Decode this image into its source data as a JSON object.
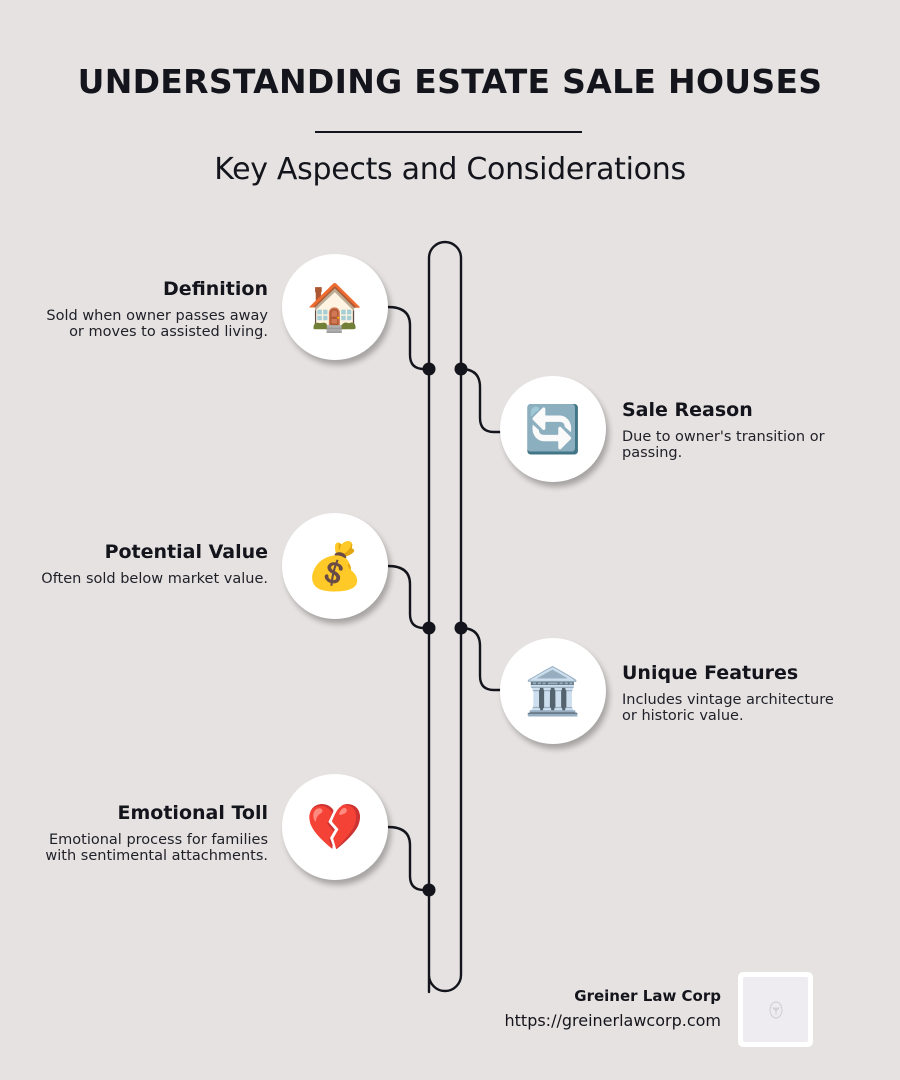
{
  "header": {
    "title": "UNDERSTANDING ESTATE SALE HOUSES",
    "subtitle": "Key Aspects and Considerations"
  },
  "colors": {
    "background": "#E6E2E1",
    "line": "#14151C",
    "text": "#14151C",
    "circle": "#FFFFFF"
  },
  "items": [
    {
      "title": "Definition",
      "description": "Sold when owner passes away or moves to assisted living.",
      "icon": "house-icon",
      "glyph": "🏠",
      "side": "left"
    },
    {
      "title": "Sale Reason",
      "description": "Due to owner's transition or passing.",
      "icon": "arrows-cycle-icon",
      "glyph": "🔄",
      "side": "right"
    },
    {
      "title": "Potential Value",
      "description": "Often sold below market value.",
      "icon": "money-bag-icon",
      "glyph": "💰",
      "side": "left"
    },
    {
      "title": "Unique Features",
      "description": "Includes vintage architecture or historic value.",
      "icon": "classical-building-icon",
      "glyph": "🏛️",
      "side": "right"
    },
    {
      "title": "Emotional Toll",
      "description": "Emotional process for families with sentimental attachments.",
      "icon": "broken-heart-icon",
      "glyph": "💔",
      "side": "left"
    }
  ],
  "footer": {
    "company": "Greiner Law Corp",
    "url": "https://greinerlawcorp.com",
    "logo_icon": "law-firm-logo-icon"
  }
}
